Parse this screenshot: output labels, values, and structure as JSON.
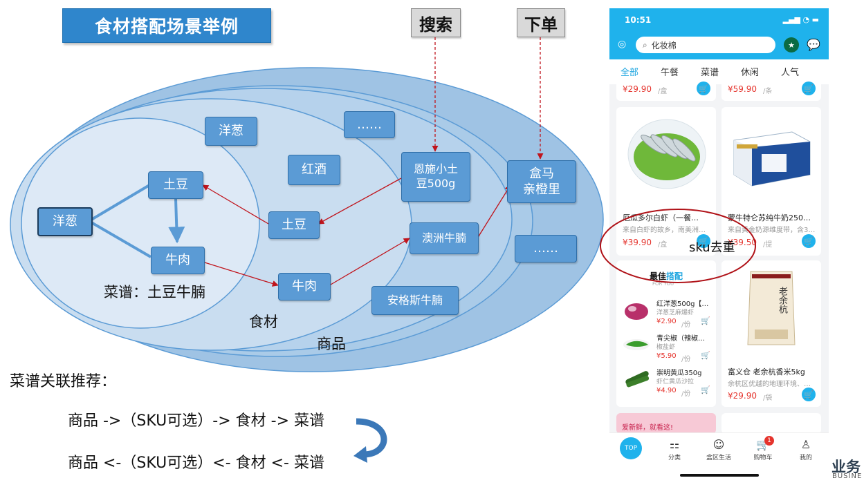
{
  "slide": {
    "title": "食材搭配场景举例",
    "top_labels": {
      "search": "搜索",
      "order": "下单"
    },
    "captions": {
      "recipe": "菜谱：土豆牛腩",
      "ingredient": "食材",
      "product": "商品"
    },
    "recipe_nodes": {
      "onion": "洋葱",
      "potato": "土豆",
      "beef": "牛肉"
    },
    "ingredient_nodes": {
      "onion": "洋葱",
      "wine": "红酒",
      "potato": "土豆",
      "beef": "牛肉"
    },
    "product_nodes": {
      "more1": "……",
      "enshi_potato": "恩施小土\n豆500g",
      "aus_beef": "澳洲牛腩",
      "angus_beef": "安格斯牛腩"
    },
    "store_nodes": {
      "hema": "盒马\n亲橙里",
      "more2": "……"
    },
    "recommend": {
      "heading": "菜谱关联推荐：",
      "line1": "商品 ->（SKU可选）-> 食材 -> 菜谱",
      "line2": "商品 <-（SKU可选）<- 食材 <- 菜谱"
    },
    "annotation": "sku去重",
    "corner": {
      "logo": "业务",
      "sub": "BUSINE"
    }
  },
  "phone": {
    "time": "10:51",
    "search_placeholder": "化妆棉",
    "tabs": [
      "全部",
      "午餐",
      "菜谱",
      "休闲",
      "人气"
    ],
    "top_row": [
      {
        "price": "¥29.90",
        "unit": "/盒"
      },
      {
        "price": "¥59.90",
        "unit": "/条"
      }
    ],
    "products": [
      {
        "name": "厄瓜多尔白虾（一餐…",
        "desc": "来自白虾的故乡，南美洲…",
        "price": "¥39.90",
        "unit": "/盒"
      },
      {
        "name": "蒙牛特仑苏纯牛奶250…",
        "desc": "来自黄金奶源维度带，含3…",
        "price": "¥39.50",
        "unit": "/提"
      }
    ],
    "best": {
      "title_a": "最佳",
      "title_b": "搭配",
      "sub": "FOR YOU",
      "items": [
        {
          "name": "红洋葱500g【…",
          "desc": "洋葱芝麻爆虾",
          "price": "¥2.90",
          "unit": "/份"
        },
        {
          "name": "青尖椒（辣椒…",
          "desc": "椒盐虾",
          "price": "¥5.90",
          "unit": "/份"
        },
        {
          "name": "崇明黄瓜350g",
          "desc": "虾仁黄瓜沙拉",
          "price": "¥4.90",
          "unit": "/份"
        }
      ]
    },
    "rice": {
      "name": "富义仓 老余杭香米5kg",
      "desc": "余杭区优越的地理环境、…",
      "price": "¥29.90",
      "unit": "/袋",
      "pack_text": "老余杭"
    },
    "promo": "爱新鲜，就看这!",
    "nav": [
      {
        "label": "TOP"
      },
      {
        "label": "分类"
      },
      {
        "label": "盒区生活"
      },
      {
        "label": "购物车",
        "badge": "1"
      },
      {
        "label": "我的"
      }
    ]
  },
  "colors": {
    "accent": "#1fb2ec",
    "node": "#5b9bd5",
    "arrow": "#c0141c",
    "price": "#e5342d"
  }
}
